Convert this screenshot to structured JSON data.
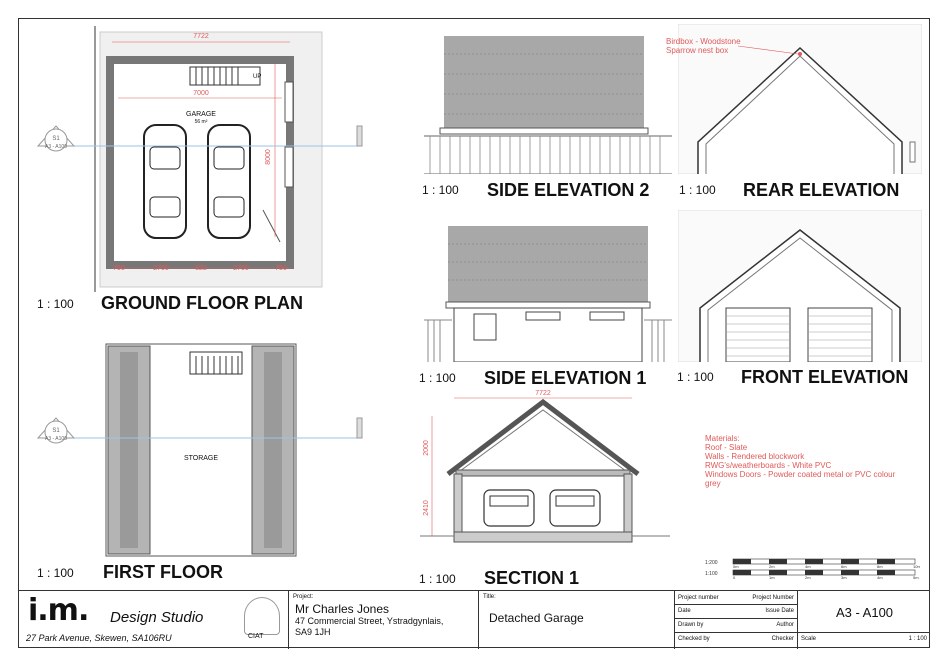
{
  "views": {
    "ground_floor": {
      "title": "GROUND FLOOR PLAN",
      "scale": "1 : 100",
      "room": "GARAGE",
      "area": "56 m²",
      "up": "UP",
      "dims": {
        "overall": "7722",
        "inner": "7000",
        "depth": "8000",
        "d1": "750",
        "d2": "2700",
        "d3": "822",
        "d4": "2700",
        "d5": "750"
      }
    },
    "first_floor": {
      "title": "FIRST FLOOR",
      "scale": "1 : 100",
      "room": "STORAGE"
    },
    "section_marker": {
      "line1": "S1",
      "line2": "A3 - A100"
    },
    "side_elev_2": {
      "title": "SIDE ELEVATION 2",
      "scale": "1 : 100"
    },
    "rear_elev": {
      "title": "REAR ELEVATION",
      "scale": "1 : 100",
      "note_line1": "Birdbox - Woodstone",
      "note_line2": "Sparrow nest box"
    },
    "side_elev_1": {
      "title": "SIDE ELEVATION 1",
      "scale": "1 : 100"
    },
    "front_elev": {
      "title": "FRONT ELEVATION",
      "scale": "1 : 100"
    },
    "section_1": {
      "title": "SECTION 1",
      "scale": "1 : 100",
      "dims": {
        "width": "7722",
        "roof": "2000",
        "wall": "2410"
      }
    },
    "materials": {
      "heading": "Materials:",
      "lines": [
        "Roof - Slate",
        "Walls - Rendered blockwork",
        "RWG's/weatherboards - White PVC",
        "Windows Doors - Powder coated metal or PVC colour grey"
      ]
    },
    "scale_bars": {
      "bar1_label": "1:200",
      "bar2_label": "1:100",
      "bar1_ticks": [
        "0m",
        "2m",
        "4m",
        "6m",
        "8m",
        "10m"
      ],
      "bar2_ticks": [
        "0",
        "1m",
        "2m",
        "3m",
        "4m",
        "5m"
      ]
    }
  },
  "title_block": {
    "logo_text": "i.m.",
    "logo_sub": "Design Studio",
    "address": "27 Park Avenue, Skewen, SA106RU",
    "ciat": "CIAT",
    "project_label": "Project:",
    "client": "Mr Charles Jones",
    "address_line1": "47 Commercial Street, Ystradgynlais,",
    "address_line2": "SA9 1JH",
    "title_label": "Title:",
    "title": "Detached Garage",
    "rows": [
      {
        "label": "Project number",
        "value": "Project Number"
      },
      {
        "label": "Date",
        "value": "Issue Date"
      },
      {
        "label": "Drawn by",
        "value": "Author"
      },
      {
        "label": "Checked by",
        "value": "Checker"
      }
    ],
    "sheet_number": "A3 - A100",
    "scale_label": "Scale",
    "scale_value": "1 : 100"
  },
  "colors": {
    "dimension": "#e05a5a",
    "section_line": "#9ec3e6",
    "wall": "#b4b4b4",
    "roof": "#8e8e8e"
  }
}
